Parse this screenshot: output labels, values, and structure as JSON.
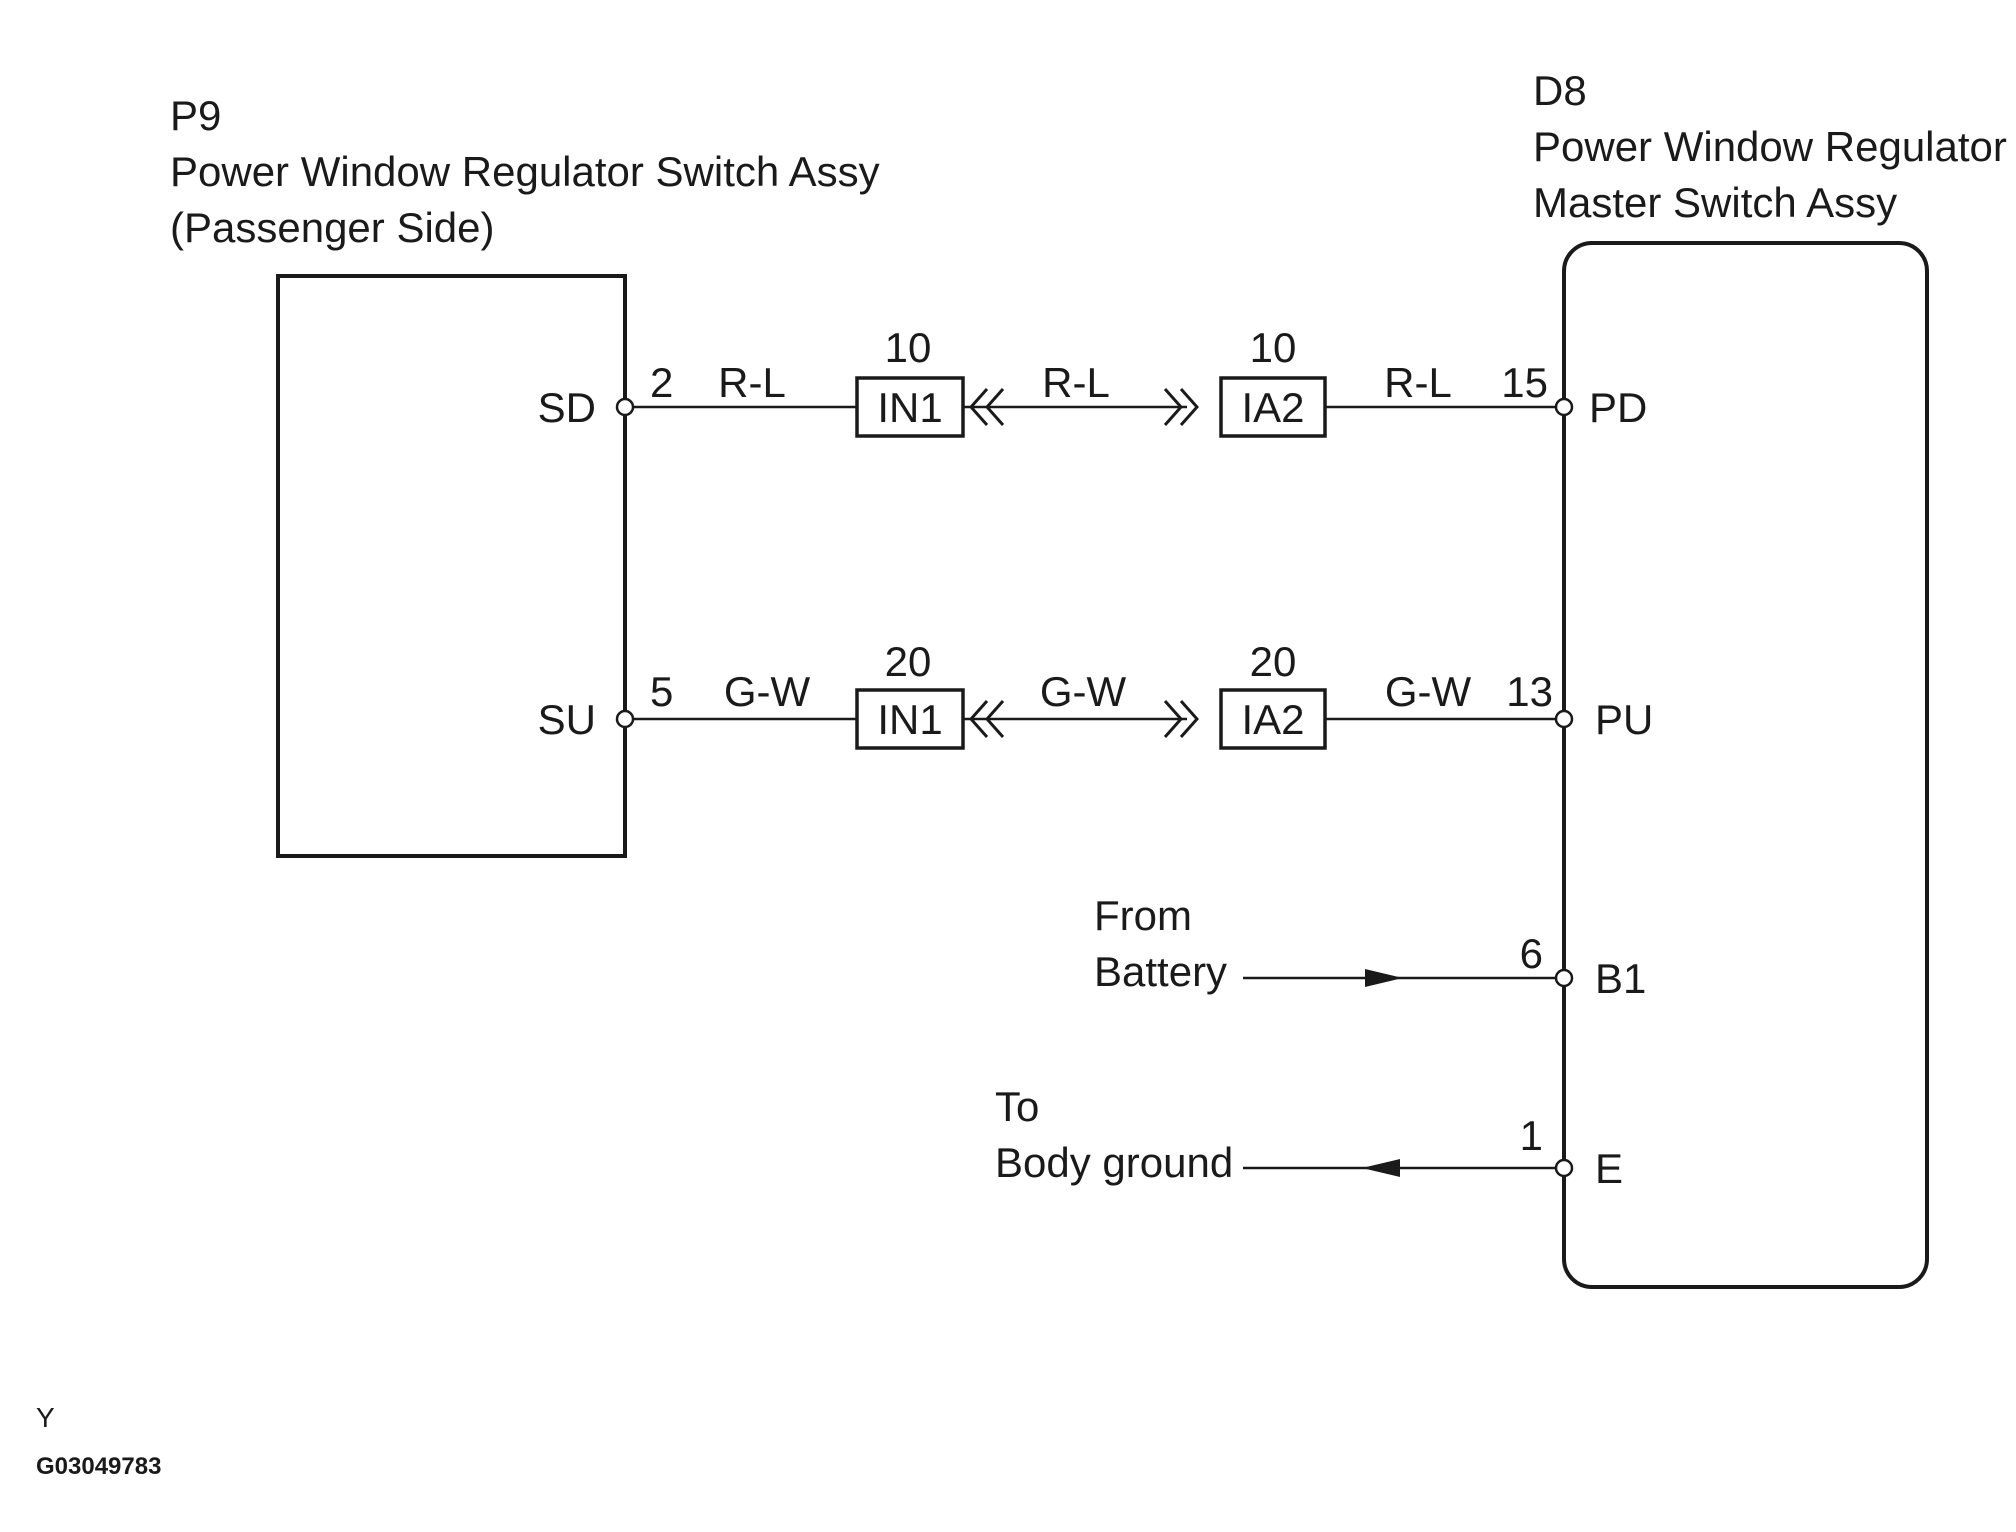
{
  "left_component": {
    "code": "P9",
    "name_line1": "Power Window Regulator Switch Assy",
    "name_line2": "(Passenger Side)",
    "terminals": [
      {
        "name": "SD",
        "pin": "2"
      },
      {
        "name": "SU",
        "pin": "5"
      }
    ]
  },
  "right_component": {
    "code": "D8",
    "name_line1": "Power Window Regulator",
    "name_line2": "Master Switch Assy",
    "terminals": [
      {
        "name": "PD",
        "pin": "15"
      },
      {
        "name": "PU",
        "pin": "13"
      },
      {
        "name": "B1",
        "pin": "6"
      },
      {
        "name": "E",
        "pin": "1"
      }
    ]
  },
  "circuits": [
    {
      "wire_color": "R-L",
      "connector_a": {
        "name": "IN1",
        "pin": "10"
      },
      "connector_b": {
        "name": "IA2",
        "pin": "10"
      }
    },
    {
      "wire_color": "G-W",
      "connector_a": {
        "name": "IN1",
        "pin": "20"
      },
      "connector_b": {
        "name": "IA2",
        "pin": "20"
      }
    }
  ],
  "battery": {
    "line1": "From",
    "line2": "Battery"
  },
  "ground": {
    "line1": "To",
    "line2": "Body ground"
  },
  "footer": {
    "mark": "Y",
    "figure_id": "G03049783"
  }
}
